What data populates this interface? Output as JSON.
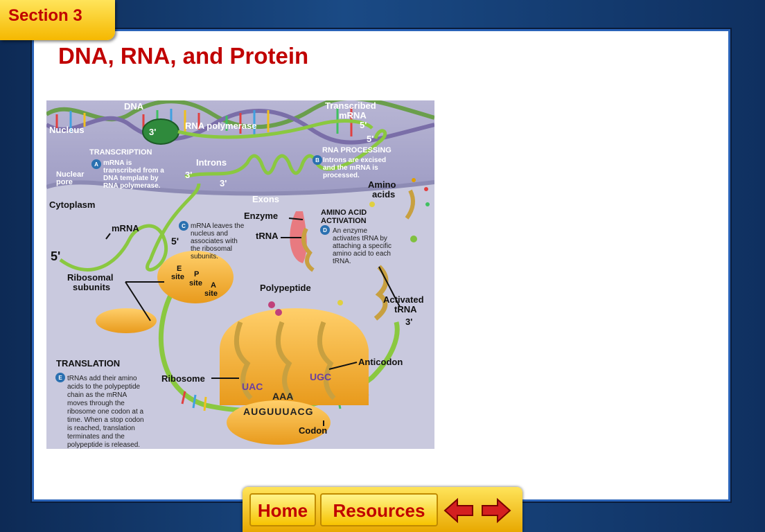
{
  "section_tab": "Section 3",
  "title": "DNA, RNA, and Protein",
  "figure": {
    "labels": {
      "dna": "DNA",
      "transcribed_mrna_1": "Transcribed",
      "transcribed_mrna_2": "mRNA",
      "nucleus": "Nucleus",
      "rna_polymerase": "RNA polymerase",
      "three_prime_a": "3'",
      "five_prime_a": "5'",
      "five_prime_b": "5'",
      "transcription": "TRANSCRIPTION",
      "transcription_text": [
        "mRNA is",
        "transcribed from a",
        "DNA template by",
        "RNA polymerase."
      ],
      "nuclear_pore_1": "Nuclear",
      "nuclear_pore_2": "pore",
      "introns": "Introns",
      "three_prime_b": "3'",
      "three_prime_c": "3'",
      "exons": "Exons",
      "rna_processing": "RNA PROCESSING",
      "rna_processing_text": [
        "Introns are excised",
        "and the mRNA is",
        "processed."
      ],
      "amino_acids_1": "Amino",
      "amino_acids_2": "acids",
      "cytoplasm": "Cytoplasm",
      "enzyme": "Enzyme",
      "amino_acid_activation_1": "AMINO ACID",
      "amino_acid_activation_2": "ACTIVATION",
      "activation_text": [
        "An enzyme",
        "activates tRNA by",
        "attaching a specific",
        "amino acid to each",
        "tRNA."
      ],
      "trna": "tRNA",
      "mrna": "mRNA",
      "five_prime_c": "5'",
      "five_prime_d": "5'",
      "step_c_text": [
        "mRNA leaves the",
        "nucleus and",
        "associates with",
        "the ribosomal",
        "subunits."
      ],
      "e_site_1": "E",
      "e_site_2": "site",
      "p_site_1": "P",
      "p_site_2": "site",
      "a_site_1": "A",
      "a_site_2": "site",
      "ribosomal_subunits_1": "Ribosomal",
      "ribosomal_subunits_2": "subunits",
      "polypeptide": "Polypeptide",
      "activated_trna_1": "Activated",
      "activated_trna_2": "tRNA",
      "three_prime_d": "3'",
      "translation": "TRANSLATION",
      "translation_text": [
        "tRNAs add their amino",
        "acids to the polypeptide",
        "chain as the mRNA",
        "moves through the",
        "ribosome one codon at a",
        "time. When a stop codon",
        "is reached, translation",
        "terminates and the",
        "polypeptide is released."
      ],
      "anticodon": "Anticodon",
      "ribosome": "Ribosome",
      "uac": "UAC",
      "ugc": "UGC",
      "aaa": "AAA",
      "mrna_seq": "AUGUUUACG",
      "codon": "Codon"
    },
    "step_badges": [
      "A",
      "B",
      "C",
      "D",
      "E"
    ]
  },
  "nav": {
    "home": "Home",
    "resources": "Resources",
    "back_icon": "arrow-left-icon",
    "forward_icon": "arrow-right-icon"
  }
}
